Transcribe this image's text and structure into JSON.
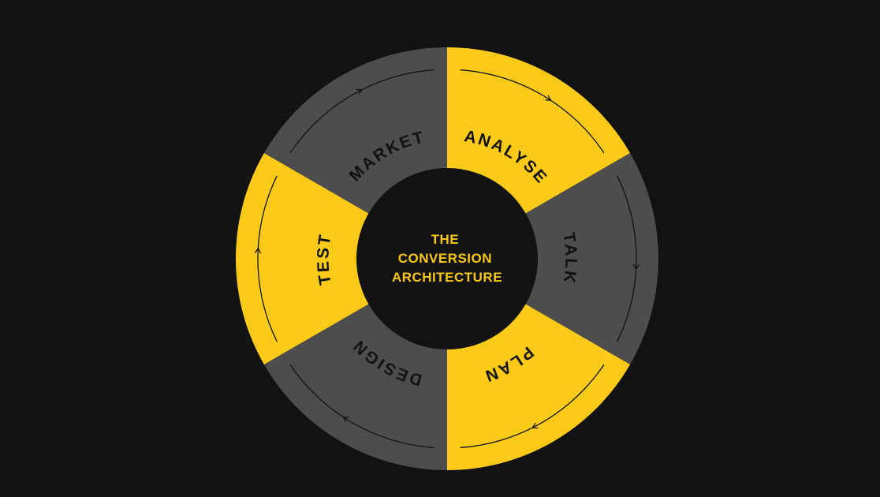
{
  "center": {
    "lines": [
      "THE",
      "CONVERSION",
      "ARCHITECTURE"
    ]
  },
  "segments": [
    {
      "label": "ANALYSE",
      "color": "#fdcb17"
    },
    {
      "label": "TALK",
      "color": "#4d4d4d"
    },
    {
      "label": "PLAN",
      "color": "#fdcb17"
    },
    {
      "label": "DESIGN",
      "color": "#4d4d4d"
    },
    {
      "label": "TEST",
      "color": "#fdcb17"
    },
    {
      "label": "MARKET",
      "color": "#4d4d4d"
    }
  ],
  "colors": {
    "background": "#121212",
    "center_fill": "#121212",
    "center_text": "#f9c80e",
    "label_text": "#121212",
    "arrow": "#121212"
  },
  "flow_direction": "clockwise"
}
